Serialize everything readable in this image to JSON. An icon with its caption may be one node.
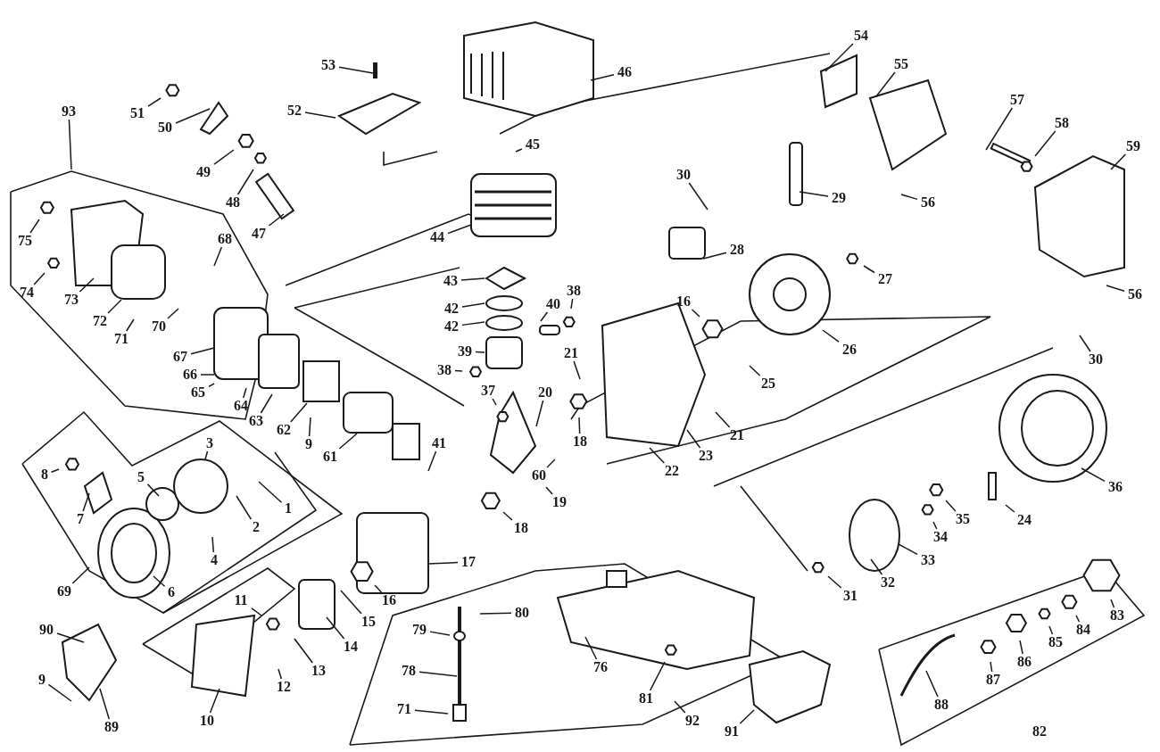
{
  "diagram": {
    "nodes": [
      {
        "text": [
          "93"
        ]
      },
      {
        "text": [
          "51"
        ]
      },
      {
        "text": [
          "50"
        ]
      },
      {
        "text": [
          "53"
        ]
      },
      {
        "text": [
          "52"
        ]
      },
      {
        "text": [
          "46"
        ]
      },
      {
        "text": [
          "54"
        ]
      },
      {
        "text": [
          "55"
        ]
      },
      {
        "text": [
          "57"
        ]
      },
      {
        "text": [
          "58"
        ]
      },
      {
        "text": [
          "59"
        ]
      },
      {
        "text": [
          "45"
        ]
      },
      {
        "text": [
          "49"
        ]
      },
      {
        "text": [
          "48"
        ]
      },
      {
        "text": [
          "30"
        ]
      },
      {
        "text": [
          "29"
        ]
      },
      {
        "text": [
          "56"
        ]
      },
      {
        "text": [
          "47"
        ]
      },
      {
        "text": [
          "44"
        ]
      },
      {
        "text": [
          "68"
        ]
      },
      {
        "text": [
          "75"
        ]
      },
      {
        "text": [
          "28"
        ]
      },
      {
        "text": [
          "27"
        ]
      },
      {
        "text": [
          "43"
        ]
      },
      {
        "text": [
          "74"
        ]
      },
      {
        "text": [
          "73"
        ]
      },
      {
        "text": [
          "56"
        ]
      },
      {
        "text": [
          "38"
        ]
      },
      {
        "text": [
          "40"
        ]
      },
      {
        "text": [
          "42"
        ]
      },
      {
        "text": [
          "16"
        ]
      },
      {
        "text": [
          "72"
        ]
      },
      {
        "text": [
          "70"
        ]
      },
      {
        "text": [
          "71"
        ]
      },
      {
        "text": [
          "42"
        ]
      },
      {
        "text": [
          "26"
        ]
      },
      {
        "text": [
          "39"
        ]
      },
      {
        "text": [
          "21"
        ]
      },
      {
        "text": [
          "67"
        ]
      },
      {
        "text": [
          "38"
        ]
      },
      {
        "text": [
          "30"
        ]
      },
      {
        "text": [
          "66"
        ]
      },
      {
        "text": [
          "25"
        ]
      },
      {
        "text": [
          "37"
        ]
      },
      {
        "text": [
          "20"
        ]
      },
      {
        "text": [
          "65"
        ]
      },
      {
        "text": [
          "64"
        ]
      },
      {
        "text": [
          "63"
        ]
      },
      {
        "text": [
          "62"
        ]
      },
      {
        "text": [
          "21"
        ]
      },
      {
        "text": [
          "41"
        ]
      },
      {
        "text": [
          "9"
        ]
      },
      {
        "text": [
          "61"
        ]
      },
      {
        "text": [
          "23"
        ]
      },
      {
        "text": [
          "22"
        ]
      },
      {
        "text": [
          "60"
        ]
      },
      {
        "text": [
          "8"
        ]
      },
      {
        "text": [
          "5"
        ]
      },
      {
        "text": [
          "36"
        ]
      },
      {
        "text": [
          "3"
        ]
      },
      {
        "text": [
          "7"
        ]
      },
      {
        "text": [
          "19"
        ]
      },
      {
        "text": [
          "24"
        ]
      },
      {
        "text": [
          "1"
        ]
      },
      {
        "text": [
          "2"
        ]
      },
      {
        "text": [
          "18"
        ]
      },
      {
        "text": [
          "18"
        ]
      },
      {
        "text": [
          "35"
        ]
      },
      {
        "text": [
          "34"
        ]
      },
      {
        "text": [
          "33"
        ]
      },
      {
        "text": [
          "17"
        ]
      },
      {
        "text": [
          "32"
        ]
      },
      {
        "text": [
          "4"
        ]
      },
      {
        "text": [
          "31"
        ]
      },
      {
        "text": [
          "69"
        ]
      },
      {
        "text": [
          "6"
        ]
      },
      {
        "text": [
          "16"
        ]
      },
      {
        "text": [
          "11"
        ]
      },
      {
        "text": [
          "80"
        ]
      },
      {
        "text": [
          "83"
        ]
      },
      {
        "text": [
          "15"
        ]
      },
      {
        "text": [
          "90"
        ]
      },
      {
        "text": [
          "79"
        ]
      },
      {
        "text": [
          "84"
        ]
      },
      {
        "text": [
          "85"
        ]
      },
      {
        "text": [
          "14"
        ]
      },
      {
        "text": [
          "86"
        ]
      },
      {
        "text": [
          "76"
        ]
      },
      {
        "text": [
          "78"
        ]
      },
      {
        "text": [
          "13"
        ]
      },
      {
        "text": [
          "9"
        ]
      },
      {
        "text": [
          "87"
        ]
      },
      {
        "text": [
          "12"
        ]
      },
      {
        "text": [
          "81"
        ]
      },
      {
        "text": [
          "71"
        ]
      },
      {
        "text": [
          "88"
        ]
      },
      {
        "text": [
          "92"
        ]
      },
      {
        "text": [
          "10"
        ]
      },
      {
        "text": [
          "89"
        ]
      },
      {
        "text": [
          "91"
        ]
      },
      {
        "text": [
          "82"
        ]
      }
    ],
    "edges": [
      {
        "from": 0,
        "to": null,
        "arrow": "none"
      },
      {
        "from": 1,
        "to": null,
        "arrow": "none"
      },
      {
        "from": 2,
        "to": null,
        "arrow": "none"
      },
      {
        "from": 3,
        "to": null,
        "arrow": "none"
      },
      {
        "from": 4,
        "to": null,
        "arrow": "none"
      },
      {
        "from": 5,
        "to": null,
        "arrow": "none"
      },
      {
        "from": 6,
        "to": null,
        "arrow": "none"
      },
      {
        "from": 7,
        "to": null,
        "arrow": "none"
      },
      {
        "from": 8,
        "to": null,
        "arrow": "none"
      },
      {
        "from": 9,
        "to": null,
        "arrow": "none"
      },
      {
        "from": 10,
        "to": null,
        "arrow": "none"
      },
      {
        "from": 11,
        "to": null,
        "arrow": "none"
      },
      {
        "from": 12,
        "to": null,
        "arrow": "none"
      },
      {
        "from": 13,
        "to": null,
        "arrow": "none"
      },
      {
        "from": 14,
        "to": null,
        "arrow": "none"
      },
      {
        "from": 15,
        "to": null,
        "arrow": "none"
      },
      {
        "from": 16,
        "to": null,
        "arrow": "none"
      },
      {
        "from": 17,
        "to": null,
        "arrow": "none"
      },
      {
        "from": 18,
        "to": null,
        "arrow": "none"
      },
      {
        "from": 19,
        "to": null,
        "arrow": "none"
      },
      {
        "from": 20,
        "to": null,
        "arrow": "none"
      },
      {
        "from": 21,
        "to": null,
        "arrow": "none"
      },
      {
        "from": 22,
        "to": null,
        "arrow": "none"
      },
      {
        "from": 23,
        "to": null,
        "arrow": "none"
      },
      {
        "from": 24,
        "to": null,
        "arrow": "none"
      },
      {
        "from": 25,
        "to": null,
        "arrow": "none"
      },
      {
        "from": 26,
        "to": null,
        "arrow": "none"
      },
      {
        "from": 27,
        "to": null,
        "arrow": "none"
      },
      {
        "from": 28,
        "to": null,
        "arrow": "none"
      },
      {
        "from": 29,
        "to": null,
        "arrow": "none"
      },
      {
        "from": 30,
        "to": null,
        "arrow": "none"
      },
      {
        "from": 31,
        "to": null,
        "arrow": "none"
      },
      {
        "from": 32,
        "to": null,
        "arrow": "none"
      },
      {
        "from": 33,
        "to": null,
        "arrow": "none"
      },
      {
        "from": 34,
        "to": null,
        "arrow": "none"
      },
      {
        "from": 35,
        "to": null,
        "arrow": "none"
      },
      {
        "from": 36,
        "to": null,
        "arrow": "none"
      },
      {
        "from": 37,
        "to": null,
        "arrow": "none"
      },
      {
        "from": 38,
        "to": null,
        "arrow": "none"
      },
      {
        "from": 39,
        "to": null,
        "arrow": "none"
      },
      {
        "from": 40,
        "to": null,
        "arrow": "none"
      },
      {
        "from": 41,
        "to": null,
        "arrow": "none"
      },
      {
        "from": 42,
        "to": null,
        "arrow": "none"
      },
      {
        "from": 43,
        "to": null,
        "arrow": "none"
      },
      {
        "from": 44,
        "to": null,
        "arrow": "none"
      },
      {
        "from": 45,
        "to": null,
        "arrow": "none"
      },
      {
        "from": 46,
        "to": null,
        "arrow": "none"
      },
      {
        "from": 47,
        "to": null,
        "arrow": "none"
      },
      {
        "from": 48,
        "to": null,
        "arrow": "none"
      },
      {
        "from": 49,
        "to": null,
        "arrow": "none"
      },
      {
        "from": 50,
        "to": null,
        "arrow": "none"
      },
      {
        "from": 51,
        "to": null,
        "arrow": "none"
      },
      {
        "from": 52,
        "to": null,
        "arrow": "none"
      },
      {
        "from": 53,
        "to": null,
        "arrow": "none"
      },
      {
        "from": 54,
        "to": null,
        "arrow": "none"
      },
      {
        "from": 55,
        "to": null,
        "arrow": "none"
      },
      {
        "from": 56,
        "to": null,
        "arrow": "none"
      },
      {
        "from": 57,
        "to": null,
        "arrow": "none"
      },
      {
        "from": 58,
        "to": null,
        "arrow": "none"
      },
      {
        "from": 59,
        "to": null,
        "arrow": "none"
      },
      {
        "from": 60,
        "to": null,
        "arrow": "none"
      },
      {
        "from": 61,
        "to": null,
        "arrow": "none"
      },
      {
        "from": 62,
        "to": null,
        "arrow": "none"
      },
      {
        "from": 63,
        "to": null,
        "arrow": "none"
      },
      {
        "from": 64,
        "to": null,
        "arrow": "none"
      },
      {
        "from": 65,
        "to": null,
        "arrow": "none"
      },
      {
        "from": 66,
        "to": null,
        "arrow": "none"
      },
      {
        "from": 67,
        "to": null,
        "arrow": "none"
      },
      {
        "from": 68,
        "to": null,
        "arrow": "none"
      },
      {
        "from": 69,
        "to": null,
        "arrow": "none"
      },
      {
        "from": 70,
        "to": null,
        "arrow": "none"
      },
      {
        "from": 71,
        "to": null,
        "arrow": "none"
      },
      {
        "from": 72,
        "to": null,
        "arrow": "none"
      },
      {
        "from": 73,
        "to": null,
        "arrow": "none"
      },
      {
        "from": 74,
        "to": null,
        "arrow": "none"
      },
      {
        "from": 75,
        "to": null,
        "arrow": "none"
      },
      {
        "from": 76,
        "to": null,
        "arrow": "none"
      },
      {
        "from": 77,
        "to": null,
        "arrow": "none"
      },
      {
        "from": 78,
        "to": null,
        "arrow": "none"
      },
      {
        "from": 79,
        "to": null,
        "arrow": "none"
      },
      {
        "from": 80,
        "to": null,
        "arrow": "none"
      },
      {
        "from": 81,
        "to": null,
        "arrow": "none"
      },
      {
        "from": 82,
        "to": null,
        "arrow": "none"
      },
      {
        "from": 83,
        "to": null,
        "arrow": "none"
      },
      {
        "from": 84,
        "to": null,
        "arrow": "none"
      },
      {
        "from": 85,
        "to": null,
        "arrow": "none"
      },
      {
        "from": 86,
        "to": null,
        "arrow": "none"
      },
      {
        "from": 87,
        "to": null,
        "arrow": "none"
      },
      {
        "from": 88,
        "to": null,
        "arrow": "none"
      },
      {
        "from": 89,
        "to": null,
        "arrow": "none"
      },
      {
        "from": 90,
        "to": null,
        "arrow": "none"
      },
      {
        "from": 91,
        "to": null,
        "arrow": "none"
      },
      {
        "from": 92,
        "to": null,
        "arrow": "none"
      },
      {
        "from": 93,
        "to": null,
        "arrow": "none"
      },
      {
        "from": 94,
        "to": null,
        "arrow": "none"
      },
      {
        "from": 95,
        "to": null,
        "arrow": "none"
      },
      {
        "from": 96,
        "to": null,
        "arrow": "none"
      },
      {
        "from": 97,
        "to": null,
        "arrow": "none"
      },
      {
        "from": 98,
        "to": null,
        "arrow": "none"
      },
      {
        "from": 99,
        "to": null,
        "arrow": "none"
      }
    ]
  }
}
